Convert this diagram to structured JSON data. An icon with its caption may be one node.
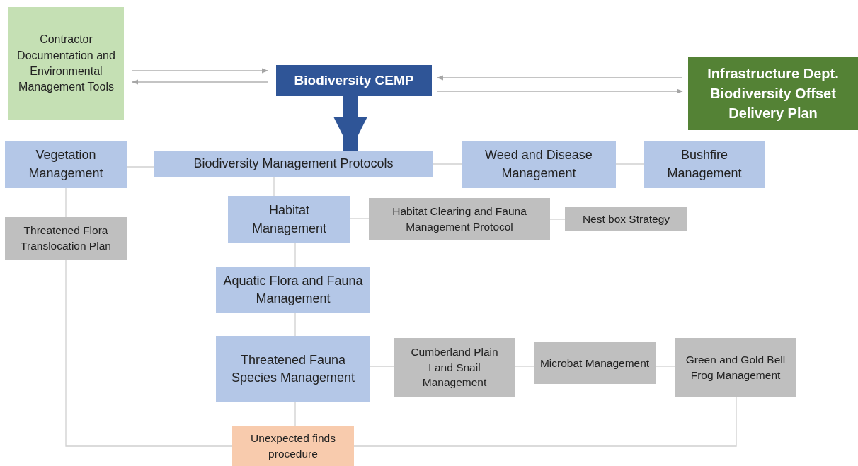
{
  "diagram": {
    "nodes": [
      {
        "text": [
          "Contractor Documentation and Environmental Management Tools"
        ]
      },
      {
        "text": [
          "Biodiversity CEMP"
        ]
      },
      {
        "text": [
          "Infrastructure Dept. Biodiversity Offset Delivery Plan"
        ]
      },
      {
        "text": [
          "Vegetation Management"
        ]
      },
      {
        "text": [
          "Biodiversity Management Protocols"
        ]
      },
      {
        "text": [
          "Weed and Disease Management"
        ]
      },
      {
        "text": [
          "Bushfire Management"
        ]
      },
      {
        "text": [
          "Threatened Flora Translocation Plan"
        ]
      },
      {
        "text": [
          "Habitat Management"
        ]
      },
      {
        "text": [
          "Habitat Clearing and Fauna Management Protocol"
        ]
      },
      {
        "text": [
          "Nest box Strategy"
        ]
      },
      {
        "text": [
          "Aquatic Flora and Fauna Management"
        ]
      },
      {
        "text": [
          "Threatened Fauna Species Management"
        ]
      },
      {
        "text": [
          "Cumberland Plain Land Snail Management"
        ]
      },
      {
        "text": [
          "Microbat Management"
        ]
      },
      {
        "text": [
          "Green and Gold Bell Frog Management"
        ]
      },
      {
        "text": [
          "Unexpected finds procedure"
        ]
      }
    ],
    "edges": [
      {
        "from": 0,
        "to": 1,
        "arrow": "to"
      },
      {
        "from": 1,
        "to": 0,
        "arrow": "to"
      },
      {
        "from": 2,
        "to": 1,
        "arrow": "to"
      },
      {
        "from": 1,
        "to": 2,
        "arrow": "to"
      },
      {
        "from": 1,
        "to": 4,
        "arrow": "to",
        "style": "thick",
        "color": "#2f5597"
      },
      {
        "from": 3,
        "to": 4,
        "arrow": "none"
      },
      {
        "from": 4,
        "to": 5,
        "arrow": "none"
      },
      {
        "from": 5,
        "to": 6,
        "arrow": "none"
      },
      {
        "from": 3,
        "to": 7,
        "arrow": "none"
      },
      {
        "from": 4,
        "to": 8,
        "arrow": "none"
      },
      {
        "from": 8,
        "to": 9,
        "arrow": "none"
      },
      {
        "from": 9,
        "to": 10,
        "arrow": "none"
      },
      {
        "from": 8,
        "to": 11,
        "arrow": "none"
      },
      {
        "from": 11,
        "to": 12,
        "arrow": "none"
      },
      {
        "from": 12,
        "to": 13,
        "arrow": "none"
      },
      {
        "from": 13,
        "to": 14,
        "arrow": "none"
      },
      {
        "from": 14,
        "to": 15,
        "arrow": "none"
      },
      {
        "from": 12,
        "to": 16,
        "arrow": "none"
      },
      {
        "from": 7,
        "to": 16,
        "arrow": "none"
      },
      {
        "from": 15,
        "to": 16,
        "arrow": "none"
      }
    ]
  }
}
